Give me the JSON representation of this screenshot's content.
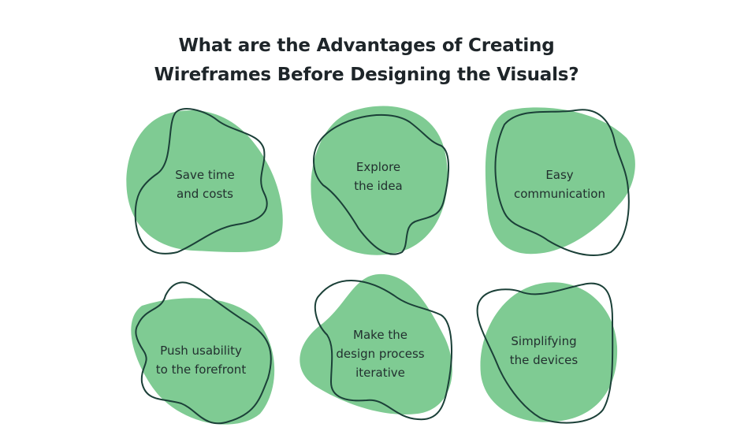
{
  "title": {
    "line1": "What are the Advantages of Creating",
    "line2": "Wireframes Before Designing the Visuals?"
  },
  "colors": {
    "blob_fill": "#7fcb93",
    "outline": "#1b4038",
    "title": "#1e2529",
    "text": "#22302f"
  },
  "items": [
    {
      "line1": "Save time",
      "line2": "and costs",
      "line3": ""
    },
    {
      "line1": "Explore",
      "line2": "the idea",
      "line3": ""
    },
    {
      "line1": "Easy",
      "line2": "communication",
      "line3": ""
    },
    {
      "line1": "Push usability",
      "line2": "to the forefront",
      "line3": ""
    },
    {
      "line1": "Make the",
      "line2": "design process",
      "line3": "iterative"
    },
    {
      "line1": "Simplifying",
      "line2": "the devices",
      "line3": ""
    }
  ]
}
